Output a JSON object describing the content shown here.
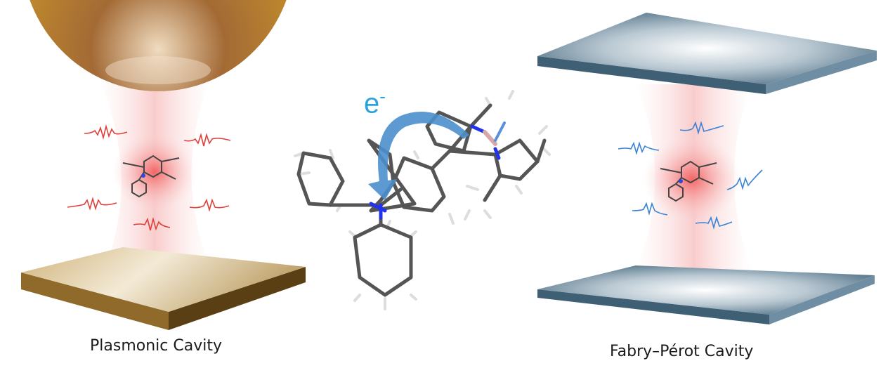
{
  "left_panel": {
    "label": "Plasmonic Cavity",
    "wave_color": "#e0403a"
  },
  "right_panel": {
    "label": "Fabry–Pérot Cavity",
    "wave_color": "#3a82d8"
  },
  "center": {
    "electron_symbol": "e",
    "electron_charge": "-",
    "arrow_color": "#4a8fcc",
    "text_color": "#2aa2dc"
  },
  "colors": {
    "gold": "#b07a2a",
    "mirror": "#5d7f94",
    "beam": "#f7c9c9"
  }
}
